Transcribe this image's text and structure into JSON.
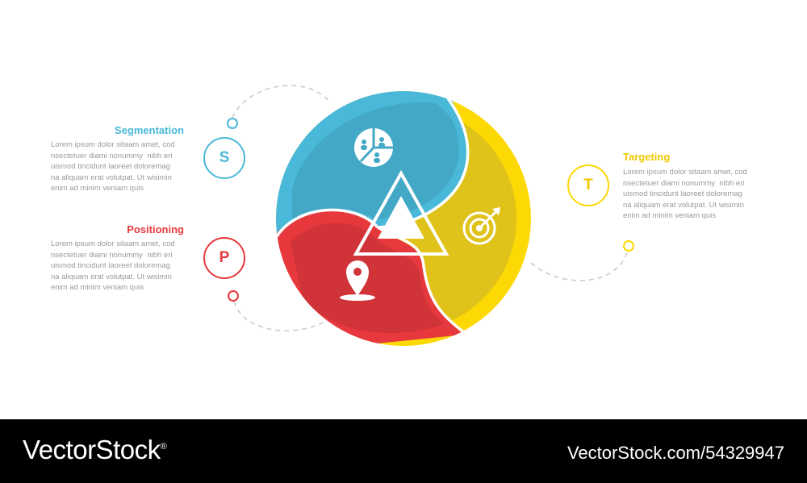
{
  "colors": {
    "segmentation": "#4ab8d8",
    "segmentation_dark": "#42a8c6",
    "targeting": "#fcd805",
    "targeting_dark": "#e0c31a",
    "positioning": "#e6383d",
    "positioning_dark": "#d03338",
    "connector": "#cccccc"
  },
  "steps": {
    "segmentation": {
      "letter": "S",
      "title": "Segmentation",
      "text": "Lorem ipsum dolor sitaam amet, cod\nnsectetuer diami nonummy  nibh eri\nuismod tincidunt laoreet doloremag\nna aliquam erat volutpat. Ut wisimin\nenim ad minim veniam quis",
      "icon": "pie-chart-users-icon"
    },
    "positioning": {
      "letter": "P",
      "title": "Positioning",
      "text": "Lorem ipsum dolor sitaam amet, cod\nnsectetuer diami nonummy  nibh eri\nuismod tincidunt laoreet doloremag\nna aliquam erat volutpat. Ut wisimin\nenim ad minim veniam quis",
      "icon": "map-pin-icon"
    },
    "targeting": {
      "letter": "T",
      "title": "Targeting",
      "text": "Lorem ipsum dolor sitaam amet, cod\nnsectetuer diami nonummy  nibh eri\nuismod tincidunt laoreet doloremag\nna aliquam erat volutpat. Ut wisimin\nenim ad minim veniam quis",
      "icon": "target-arrow-icon"
    }
  },
  "footer": {
    "brand": "VectorStock",
    "registered_mark": "®",
    "stock_id": "VectorStock.com/54329947"
  }
}
